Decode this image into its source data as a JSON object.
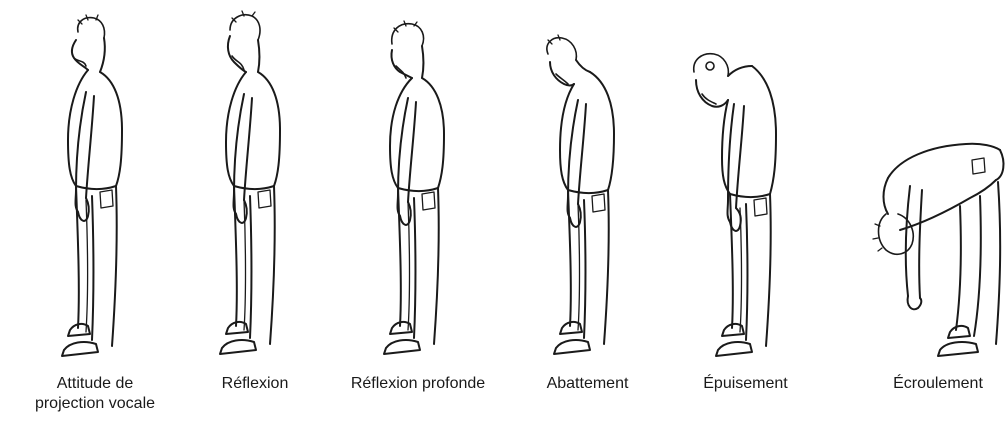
{
  "postures": [
    {
      "id": "projection",
      "caption_lines": [
        "Attitude de",
        "projection vocale"
      ]
    },
    {
      "id": "reflexion",
      "caption_lines": [
        "Réflexion"
      ]
    },
    {
      "id": "reflexion-profonde",
      "caption_lines": [
        "Réflexion profonde"
      ]
    },
    {
      "id": "abattement",
      "caption_lines": [
        "Abattement"
      ]
    },
    {
      "id": "epuisement",
      "caption_lines": [
        "Épuisement"
      ]
    },
    {
      "id": "ecroulement",
      "caption_lines": [
        "Écroulement"
      ]
    }
  ]
}
